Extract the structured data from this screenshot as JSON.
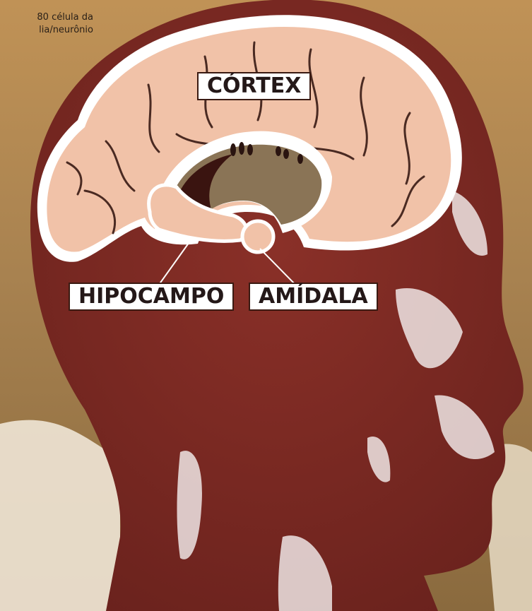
{
  "caption": {
    "line1": "80 célula da",
    "line2": "lia/neurônio"
  },
  "labels": {
    "cortex": "CÓRTEX",
    "hippocampus": "HIPOCAMPO",
    "amygdala": "AMÍDALA"
  },
  "colors": {
    "background": "#a07a48",
    "head": "#7e2b24",
    "cortex": "#f1c2a8",
    "cortex_outline": "#ffffff",
    "inner_brain": "#8a7456",
    "label_border": "#3a1a12"
  }
}
